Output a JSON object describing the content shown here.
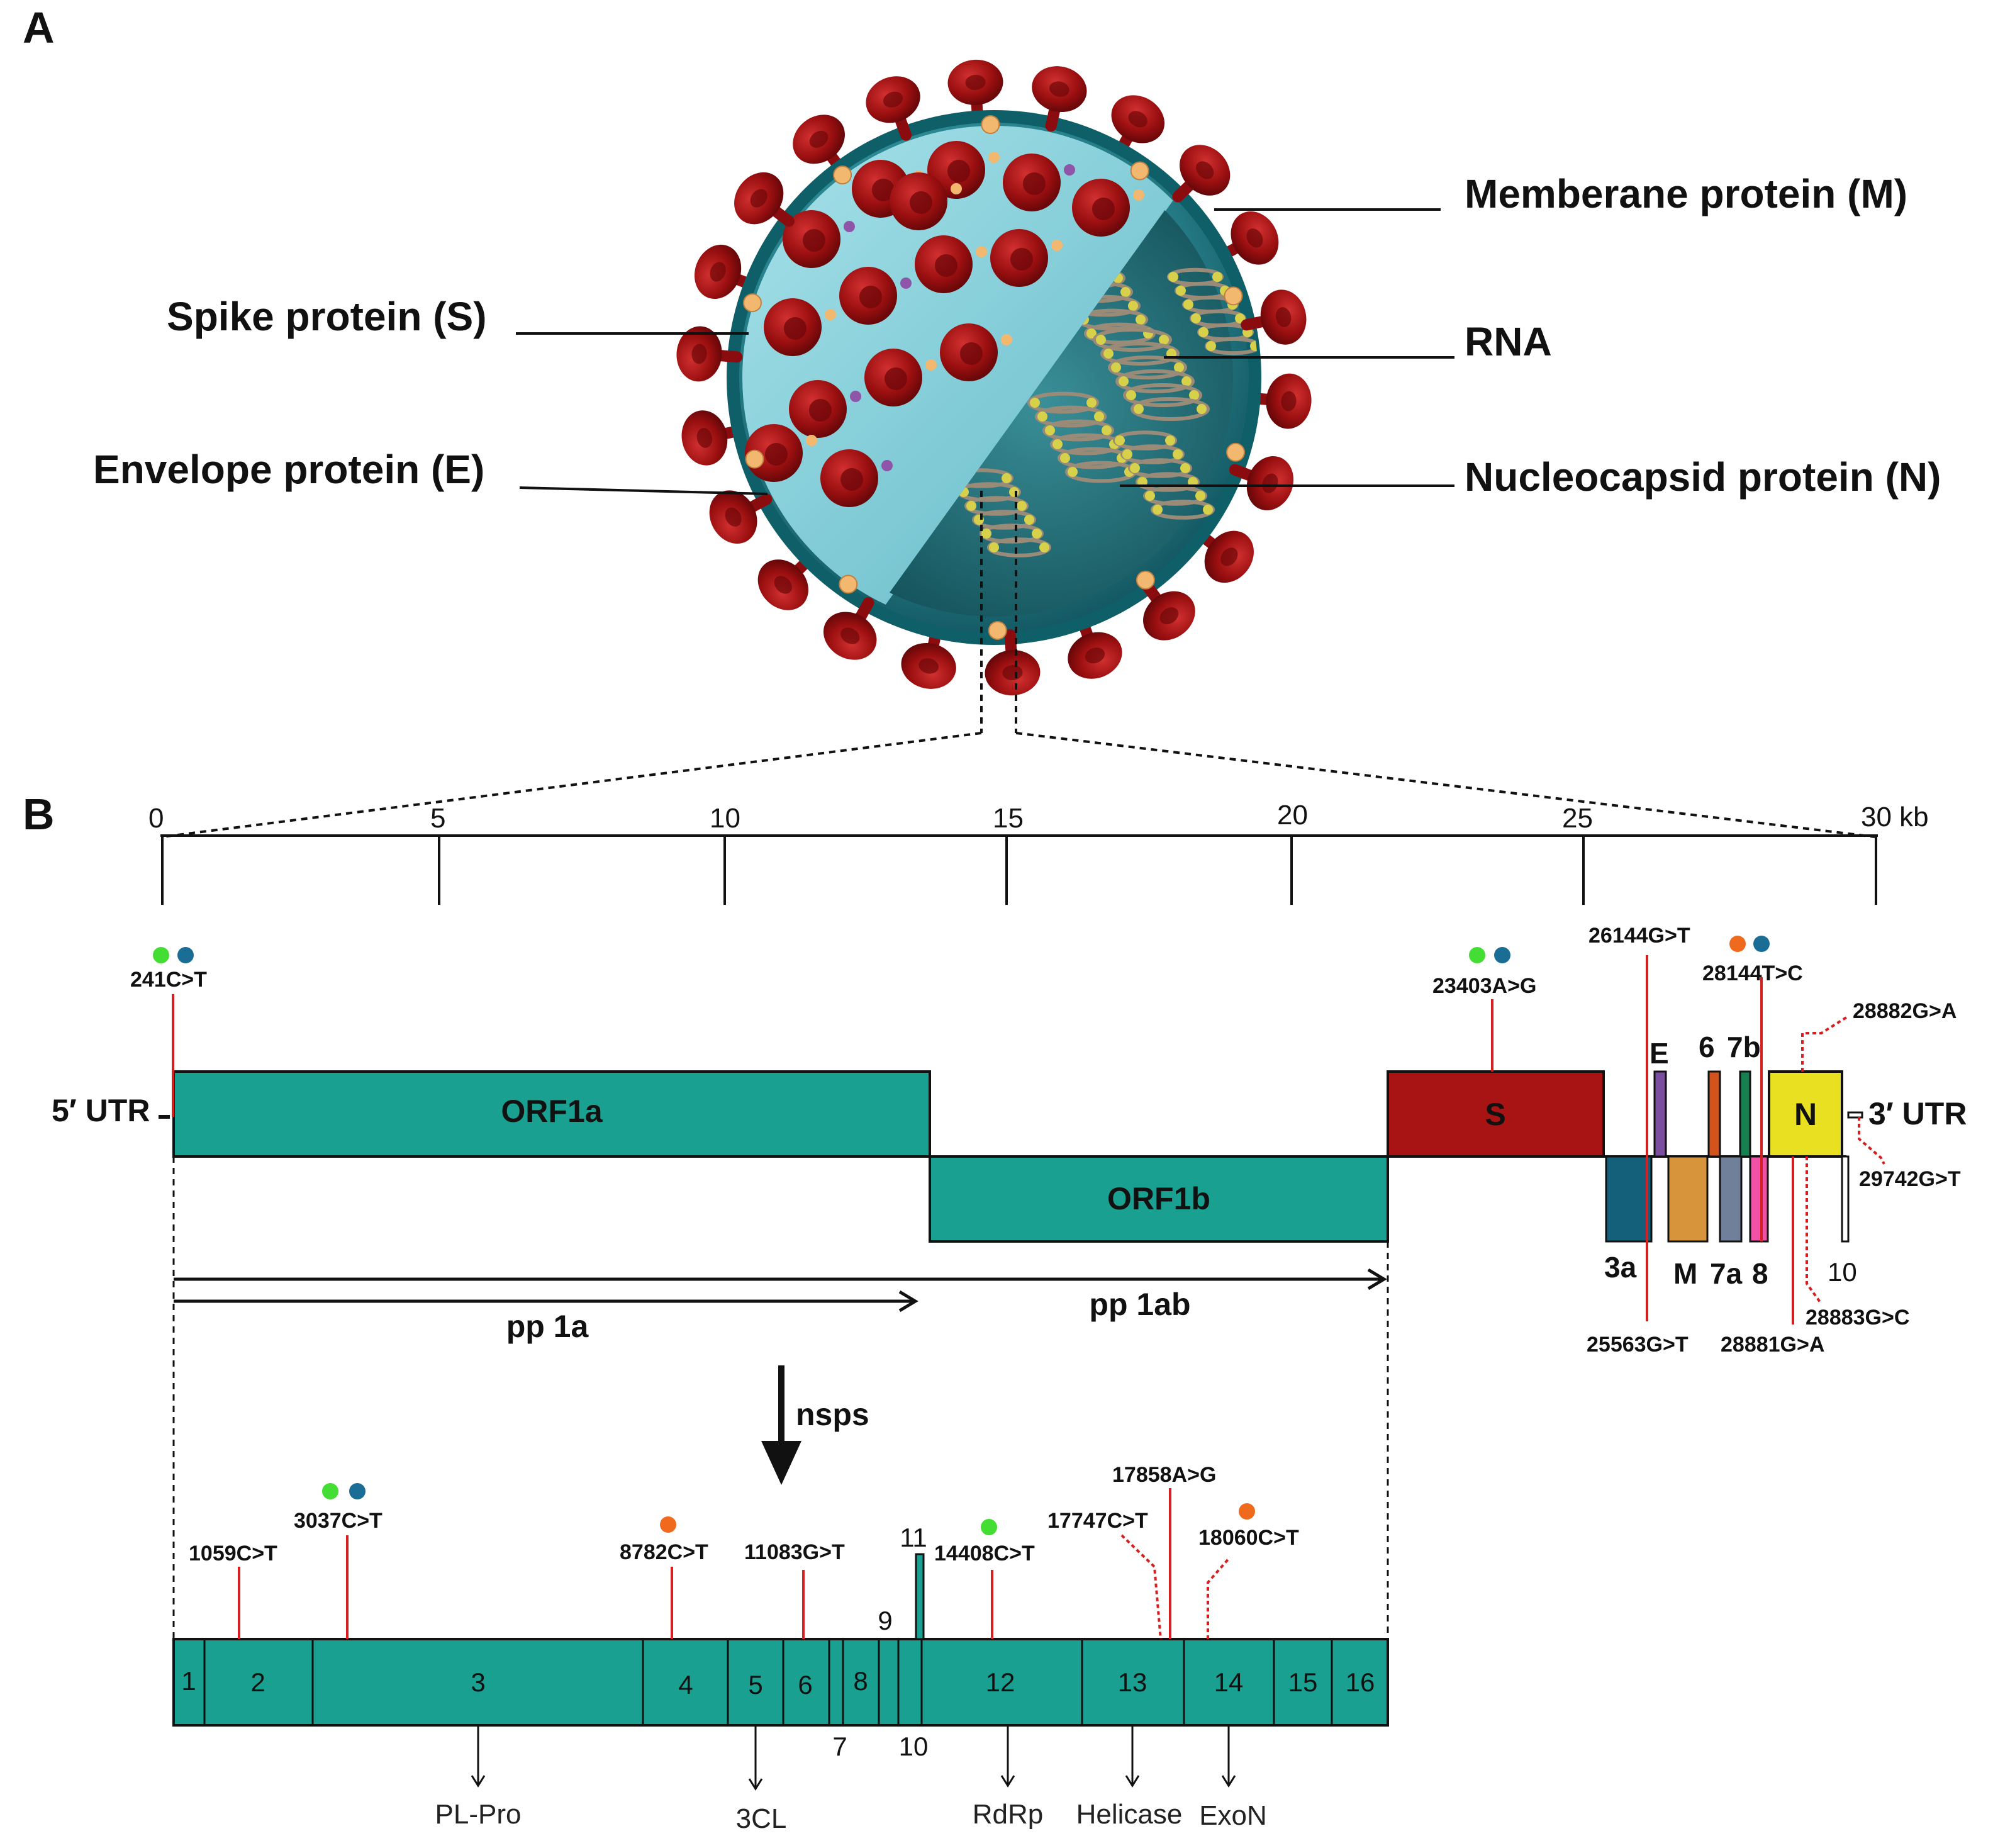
{
  "panels": {
    "a": "A",
    "b": "B"
  },
  "virion": {
    "labels": {
      "spike": "Spike protein (S)",
      "envelope": "Envelope protein (E)",
      "membrane": "Memberane protein (M)",
      "rna": "RNA",
      "nucleocapsid": "Nucleocapsid protein (N)"
    }
  },
  "genome": {
    "scale": {
      "ticks": [
        "0",
        "5",
        "10",
        "15",
        "20",
        "25",
        "30 kb"
      ]
    },
    "utr5": "5′ UTR",
    "utr3": "3′ UTR",
    "orfs": {
      "orf1a": "ORF1a",
      "orf1b": "ORF1b",
      "s": "S",
      "n": "N",
      "e": "E",
      "orf6": "6",
      "orf7b": "7b",
      "orf3a": "3a",
      "m": "M",
      "orf7a": "7a",
      "orf8": "8",
      "orf10": "10"
    },
    "polyproteins": {
      "pp1a": "pp 1a",
      "pp1ab": "pp 1ab"
    },
    "nsps_label": "nsps",
    "mutations": {
      "m241": "241C>T",
      "m23403": "23403A>G",
      "m26144": "26144G>T",
      "m28144": "28144T>C",
      "m28882": "28882G>A",
      "m29742": "29742G>T",
      "m25563": "25563G>T",
      "m28881": "28881G>A",
      "m28883": "28883G>C",
      "m1059": "1059C>T",
      "m3037": "3037C>T",
      "m8782": "8782C>T",
      "m11083": "11083G>T",
      "m14408": "14408C>T",
      "m17747": "17747C>T",
      "m17858": "17858A>G",
      "m18060": "18060C>T"
    },
    "nsps": {
      "n1": "1",
      "n2": "2",
      "n3": "3",
      "n4": "4",
      "n5": "5",
      "n6": "6",
      "n7": "7",
      "n8": "8",
      "n9": "9",
      "n10": "10",
      "n11": "11",
      "n12": "12",
      "n13": "13",
      "n14": "14",
      "n15": "15",
      "n16": "16"
    },
    "enzymes": {
      "plpro": "PL-Pro",
      "cl3": "3CL",
      "rdrp": "RdRp",
      "helicase": "Helicase",
      "exon": "ExoN"
    }
  },
  "colors": {
    "teal": "#1aa090",
    "spike_red": "#a81414",
    "n_yellow": "#e8e020",
    "mutation_line": "#d42020",
    "dot_green": "#44dd33",
    "dot_blue": "#1a6e96",
    "dot_orange": "#f06a1e"
  }
}
